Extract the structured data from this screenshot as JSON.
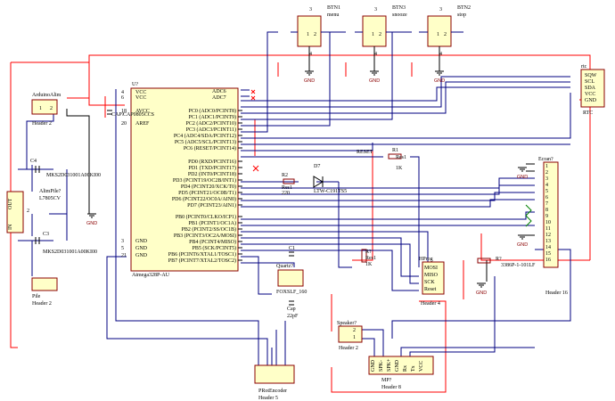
{
  "mcu": {
    "designator": "U?",
    "part": "Atmega328P-AU",
    "pins_left": [
      "VCC",
      "VCC",
      "AVCC",
      "AREF",
      "GND",
      "GND",
      "GND"
    ],
    "pin_nums_left": [
      "4",
      "6",
      "18",
      "20",
      "3",
      "5",
      "21"
    ],
    "pins_top_right": [
      "ADC6",
      "ADC7"
    ],
    "pins_right": [
      "PC0 (ADC0/PCINT8)",
      "PC1 (ADC1/PCINT9)",
      "PC2 (ADC2/PCINT10)",
      "PC3 (ADC3/PCINT11)",
      "PC4 (ADC4/SDA/PCINT12)",
      "PC5 (ADC5/SCL/PCINT13)",
      "PC6 (RESET/PCINT14)",
      "PD0 (RXD/PCINT16)",
      "PD1 (TXD/PCINT17)",
      "PD2 (INT0/PCINT18)",
      "PD3 (PCINT19/OC2B/INT1)",
      "PD4 (PCINT20/XCK/T0)",
      "PD5 (PCINT21/OC0B/T1)",
      "PD6 (PCINT22/OC0A/AIN0)",
      "PD7 (PCINT23/AIN1)",
      "PB0 (PCINT0/CLKO/ICP1)",
      "PB1 (PCINT1/OC1A)",
      "PB2 (PCINT2/SS/OC1B)",
      "PB3 (PCINT3/OC2A/MOSI)",
      "PB4 (PCINT4/MISO)",
      "PB5 (SCK/PCINT5)",
      "PB6 (PCINT6/XTAL1/TOSC1)",
      "PB7 (PCINT7/XTAL2/TOSC2)"
    ]
  },
  "buttons": [
    {
      "label": "BTN1",
      "sub": "menu"
    },
    {
      "label": "BTN3",
      "sub": "snooze"
    },
    {
      "label": "BTN2",
      "sub": "stop"
    }
  ],
  "rtc": {
    "name": "rtc",
    "part": "RTC",
    "pins": [
      "SQW",
      "SCL",
      "SDA",
      "VCC",
      "GND"
    ]
  },
  "lcd": {
    "name": "Ecran?",
    "part": "Header 16",
    "pins": [
      "1",
      "2",
      "3",
      "4",
      "5",
      "6",
      "7",
      "8",
      "9",
      "10",
      "11",
      "12",
      "13",
      "14",
      "15",
      "16"
    ]
  },
  "hprog": {
    "name": "HProg",
    "part": "Header 4",
    "pins": [
      "MOSI",
      "MISO",
      "SCK",
      "Reset"
    ]
  },
  "mp3": {
    "name": "MP?",
    "part": "Header 8",
    "pins": [
      "GND",
      "SPK-",
      "SPK+",
      "GND",
      "Rx",
      "Tx",
      "VCC"
    ]
  },
  "labels": {
    "arduino_alim": "ArduinoAlim",
    "header2": "Header 2",
    "cap_c4_name": "C4",
    "cap_c4_part": "MKS2D031001A00KI00",
    "cap_c3_name": "C3",
    "cap_c3_part": "MKS2D031001A00KI00",
    "alim_name": "AlimPile?",
    "alim_part": "L7805CV",
    "reg_out": "OUT",
    "reg_in": "IN",
    "pile": "Pile",
    "pile_part": "Header 2",
    "cap_main": "CAP?",
    "cap_main_part": "CAP0805CCS",
    "r2": "R2",
    "r2_part": "Res1",
    "r2_val": "220",
    "d7": "D7",
    "d7_part": "LTW-C191TS5",
    "r1": "R1",
    "r1_part": "Res1",
    "r1_val": "1K",
    "reset": "RESET",
    "r_pull": "R?",
    "r_pull_part": "Res1",
    "r_pull_val": "1K",
    "rpot": "R?",
    "rpot_part": "3386P-1-101LF",
    "c1": "C1",
    "quartz": "Quartz?",
    "foxslf": "FOXSLF_160",
    "cap2": "Cap",
    "cap2_val": "22pF",
    "speaker": "Speaker?",
    "speaker_part": "Header 2",
    "encoder": "PRotEncoder",
    "encoder_part": "Header 5",
    "gnd": "GND",
    "pin_num_1": "1",
    "pin_num_2": "2",
    "pin_num_3": "3",
    "pin_num_4": "4"
  }
}
